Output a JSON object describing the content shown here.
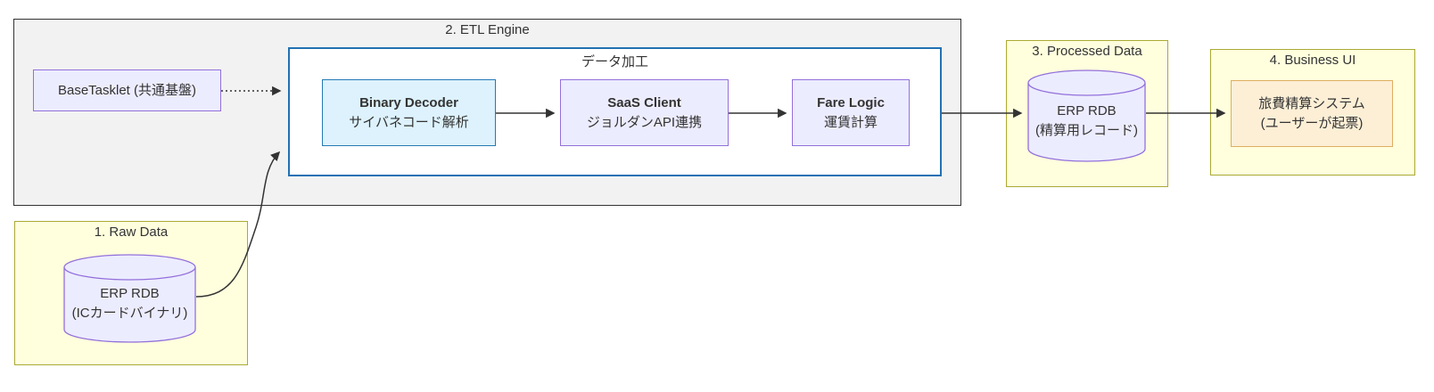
{
  "diagram_type": "flowchart",
  "colors": {
    "text": "#333333",
    "edge": "#333333",
    "etl-fill": "#f2f2f2",
    "etl-stroke": "#333333",
    "yellow-fill": "#ffffde",
    "yellow-stroke": "#aaaa33",
    "subgraph-stroke": "#2271b3",
    "node-fill": "#ececff",
    "node-stroke": "#9370db",
    "blue-fill": "#ddf2fc",
    "blue-stroke": "#2579b5",
    "orange-fill": "#fcefd6",
    "orange-stroke": "#dfae62"
  },
  "clusters": {
    "etl": {
      "label": "2. ETL Engine"
    },
    "dataproc": {
      "label": "データ加工"
    },
    "raw": {
      "label": "1. Raw Data"
    },
    "processed": {
      "label": "3. Processed Data"
    },
    "business": {
      "label": "4. Business UI"
    }
  },
  "nodes": {
    "base_tasklet": {
      "label": "BaseTasklet (共通基盤)"
    },
    "binary_decoder": {
      "title": "Binary Decoder",
      "subtitle": "サイバネコード解析"
    },
    "saas_client": {
      "title": "SaaS Client",
      "subtitle": "ジョルダンAPI連携"
    },
    "fare_logic": {
      "title": "Fare Logic",
      "subtitle": "運賃計算"
    },
    "raw_db": {
      "line1": "ERP RDB",
      "line2": "(ICカードバイナリ)"
    },
    "processed_db": {
      "line1": "ERP RDB",
      "line2": "(精算用レコード)"
    },
    "expense_system": {
      "line1": "旅費精算システム",
      "line2": "(ユーザーが起票)"
    }
  },
  "edges": [
    {
      "from": "base-tasklet",
      "to": "cluster-data-processing",
      "style": "dotted"
    },
    {
      "from": "raw-erp-rdb",
      "to": "cluster-data-processing",
      "style": "solid"
    },
    {
      "from": "binary-decoder",
      "to": "saas-client",
      "style": "solid"
    },
    {
      "from": "saas-client",
      "to": "fare-logic",
      "style": "solid"
    },
    {
      "from": "cluster-data-processing",
      "to": "processed-erp-rdb",
      "style": "solid"
    },
    {
      "from": "processed-erp-rdb",
      "to": "expense-system",
      "style": "solid"
    }
  ]
}
